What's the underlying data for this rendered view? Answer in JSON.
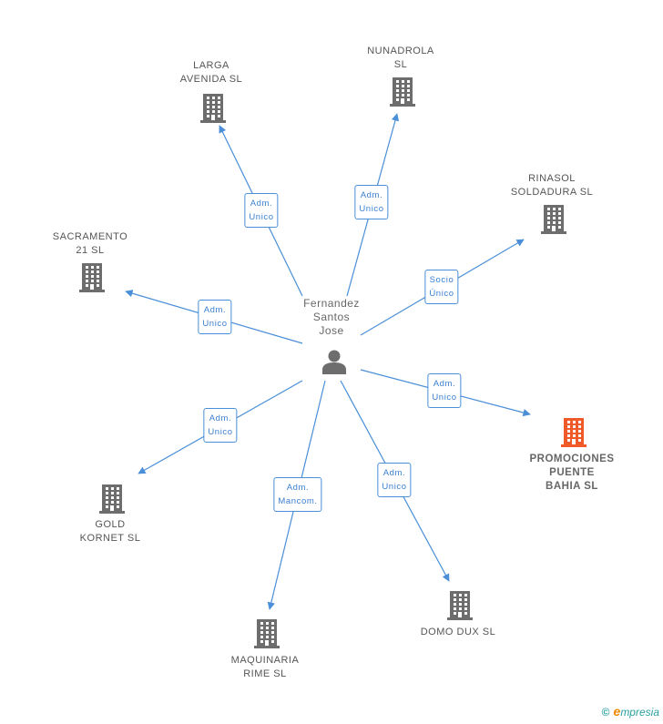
{
  "person": {
    "label": "Fernandez\nSantos\nJose",
    "icon": "person-icon"
  },
  "companies": [
    {
      "id": "larga",
      "label": "LARGA\nAVENIDA SL",
      "icon": "building-icon",
      "color": "#6d6d6d"
    },
    {
      "id": "nunadrola",
      "label": "NUNADROLA\nSL",
      "icon": "building-icon",
      "color": "#6d6d6d"
    },
    {
      "id": "rinasol",
      "label": "RINASOL\nSOLDADURA SL",
      "icon": "building-icon",
      "color": "#6d6d6d"
    },
    {
      "id": "sacramento",
      "label": "SACRAMENTO\n21 SL",
      "icon": "building-icon",
      "color": "#6d6d6d"
    },
    {
      "id": "promociones",
      "label": "PROMOCIONES\nPUENTE\nBAHIA SL",
      "icon": "building-icon",
      "color": "#f05a28"
    },
    {
      "id": "gold",
      "label": "GOLD\nKORNET SL",
      "icon": "building-icon",
      "color": "#6d6d6d"
    },
    {
      "id": "maquinaria",
      "label": "MAQUINARIA\nRIME SL",
      "icon": "building-icon",
      "color": "#6d6d6d"
    },
    {
      "id": "domo",
      "label": "DOMO DUX SL",
      "icon": "building-icon",
      "color": "#6d6d6d"
    }
  ],
  "edges": [
    {
      "to": "larga",
      "label": "Adm.\nUnico"
    },
    {
      "to": "nunadrola",
      "label": "Adm.\nUnico"
    },
    {
      "to": "rinasol",
      "label": "Socio\nÚnico"
    },
    {
      "to": "sacramento",
      "label": "Adm.\nUnico"
    },
    {
      "to": "promociones",
      "label": "Adm.\nUnico"
    },
    {
      "to": "gold",
      "label": "Adm.\nUnico"
    },
    {
      "to": "maquinaria",
      "label": "Adm.\nMancom."
    },
    {
      "to": "domo",
      "label": "Adm.\nUnico"
    }
  ],
  "colors": {
    "edge": "#4a8fd8",
    "node": "#6d6d6d",
    "focus": "#f05a28"
  },
  "footer": {
    "copyright": "©",
    "brand_e": "e",
    "brand_rest": "mpresia"
  }
}
